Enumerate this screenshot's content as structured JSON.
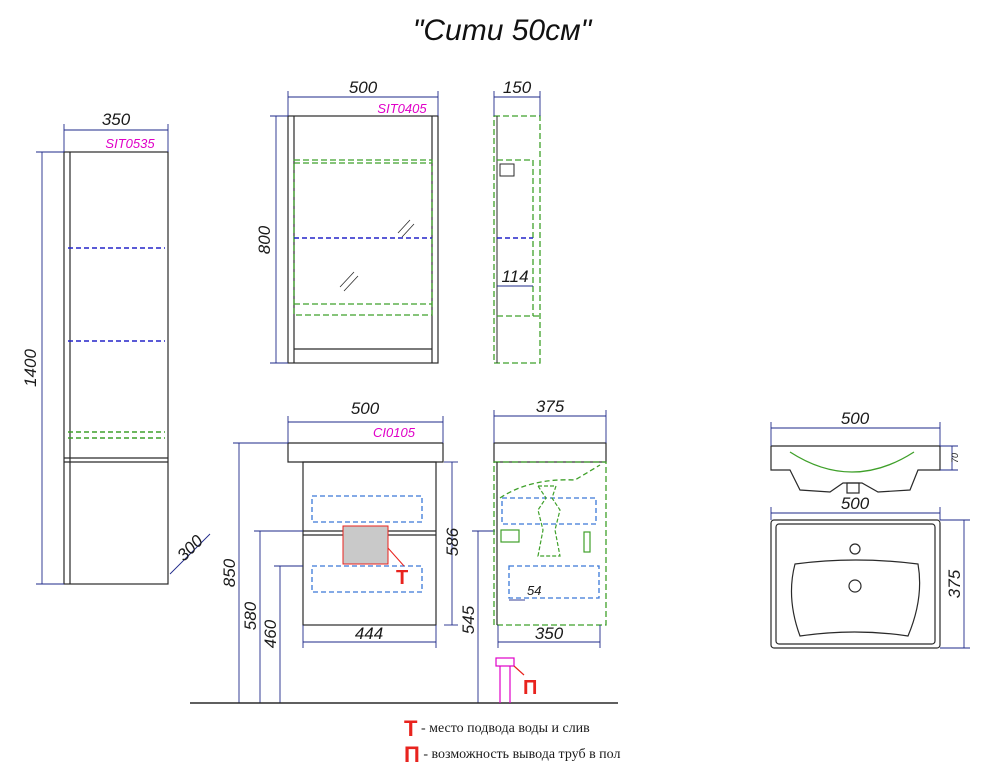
{
  "title": "\"Сити 50см\"",
  "colors": {
    "outline": "#2a2a2a",
    "dimension": "#1e2a8a",
    "code": "#e000c8",
    "shelf": "#2323c8",
    "green": "#3fa02a",
    "blue_dash": "#3a78d8",
    "marker_red": "#e8231e",
    "connection_fill": "#c9c9c9"
  },
  "tall_cabinet": {
    "code": "SIT0535",
    "width": "350",
    "height": "1400",
    "depth": "300"
  },
  "mirror_cabinet": {
    "code": "SIT0405",
    "width": "500",
    "height": "800",
    "depth": "150",
    "inner_depth": "114"
  },
  "vanity": {
    "code": "CI0105",
    "width": "500",
    "inner_width": "444",
    "height_total": "850",
    "height_580": "580",
    "height_460": "460",
    "body_height": "586",
    "depth": "375",
    "side_bottom": "350",
    "pipe_height": "545",
    "pipe_offset": "54"
  },
  "sink": {
    "width_side": "500",
    "height_side": "70",
    "width_top": "500",
    "depth_top": "375"
  },
  "markers": {
    "t_letter": "Т",
    "p_letter": "П"
  },
  "legend": [
    {
      "letter": "Т",
      "text": "- место подвода воды и слив"
    },
    {
      "letter": "П",
      "text": "- возможность вывода труб в пол"
    }
  ]
}
